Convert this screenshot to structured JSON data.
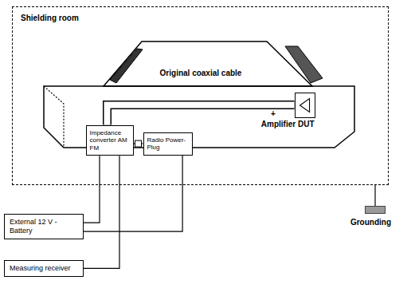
{
  "diagram": {
    "nodes": [
      {
        "text": [
          "Shielding room"
        ]
      },
      {
        "text": [
          "Impedance converter AM FM"
        ],
        "in": 0
      },
      {
        "text": [
          "Radio Power-Plug"
        ],
        "in": 0
      },
      {
        "text": [
          "Amplifier DUT"
        ],
        "in": 0
      },
      {
        "text": [
          "External 12 V - Battery"
        ]
      },
      {
        "text": [
          "Measuring receiver"
        ]
      },
      {
        "text": [
          "Grounding"
        ]
      }
    ],
    "edges": [
      {
        "from": 1,
        "to": 3,
        "arrow": "none",
        "label": "Original coaxial cable"
      },
      {
        "from": 2,
        "to": 1,
        "arrow": "none"
      },
      {
        "from": 4,
        "to": 1,
        "arrow": "none"
      },
      {
        "from": 4,
        "to": 2,
        "arrow": "none"
      },
      {
        "from": 5,
        "to": 1,
        "arrow": "none"
      },
      {
        "from": 0,
        "to": 6,
        "arrow": "none"
      }
    ],
    "labels": [
      "+"
    ]
  }
}
